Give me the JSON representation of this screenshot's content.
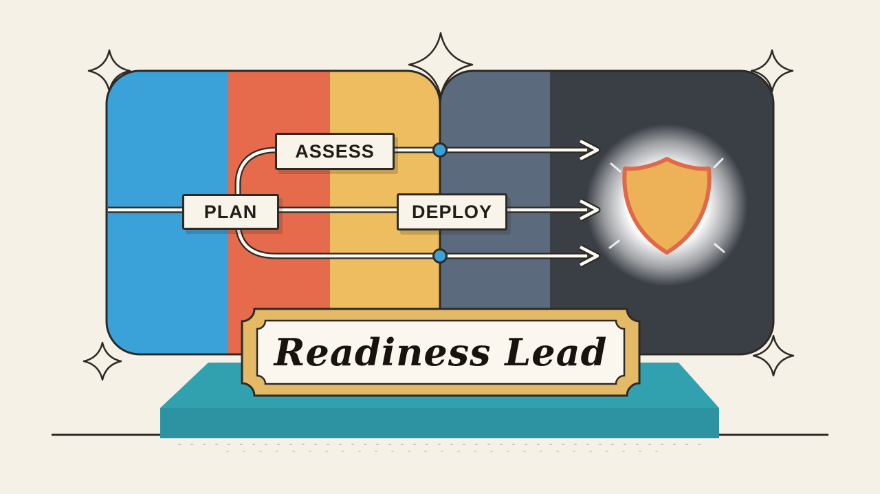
{
  "plaque": {
    "label": "Readiness Lead"
  },
  "flow": {
    "steps": [
      {
        "id": "plan",
        "label": "PLAN"
      },
      {
        "id": "assess",
        "label": "ASSESS"
      },
      {
        "id": "deploy",
        "label": "DEPLOY"
      }
    ]
  },
  "icons": {
    "shield": "shield-icon",
    "sparkles": "sparkle-icon",
    "arrows": "flow-arrow",
    "dots": "junction-dot"
  },
  "colors": {
    "background": "#f5f1e7",
    "outline": "#2d2a25",
    "band_blue": "#3ba1d9",
    "band_orange": "#e56b4c",
    "band_yellow": "#edbd5f",
    "band_slate": "#5b6b7d",
    "band_charcoal": "#3a3e45",
    "arrow_white": "#fdfbf4",
    "dot_blue": "#3ba1d9",
    "shield_fill": "#edb257",
    "shield_stroke": "#e0694a",
    "plaque_gold": "#e5ba66",
    "panel_white": "#fbf7ee",
    "box_bg": "#f8f4ea",
    "podium_top": "#31a0af",
    "podium_front": "#2d93a3"
  }
}
